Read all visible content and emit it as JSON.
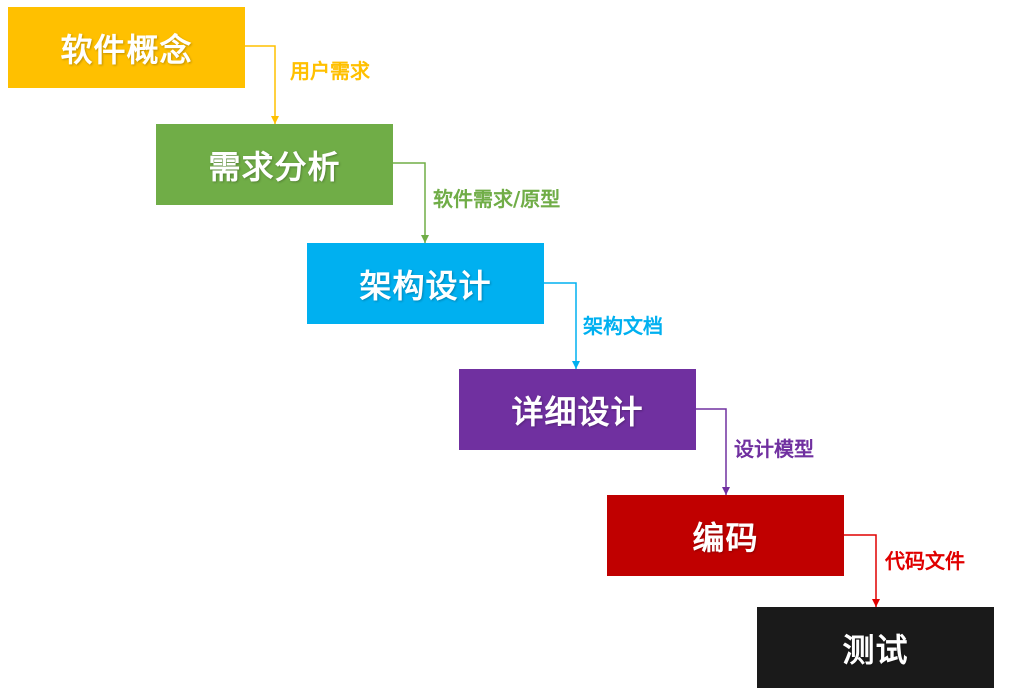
{
  "stages": [
    {
      "label": "软件概念",
      "color": "#FFC000"
    },
    {
      "label": "需求分析",
      "color": "#70AD47"
    },
    {
      "label": "架构设计",
      "color": "#00B0F0"
    },
    {
      "label": "详细设计",
      "color": "#7030A0"
    },
    {
      "label": "编码",
      "color": "#C00000"
    },
    {
      "label": "测试",
      "color": "#1A1A1A"
    }
  ],
  "artifacts": [
    {
      "label": "用户需求",
      "color": "#FFC000"
    },
    {
      "label": "软件需求/原型",
      "color": "#70AD47"
    },
    {
      "label": "架构文档",
      "color": "#00B0F0"
    },
    {
      "label": "设计模型",
      "color": "#7030A0"
    },
    {
      "label": "代码文件",
      "color": "#E00000"
    }
  ]
}
